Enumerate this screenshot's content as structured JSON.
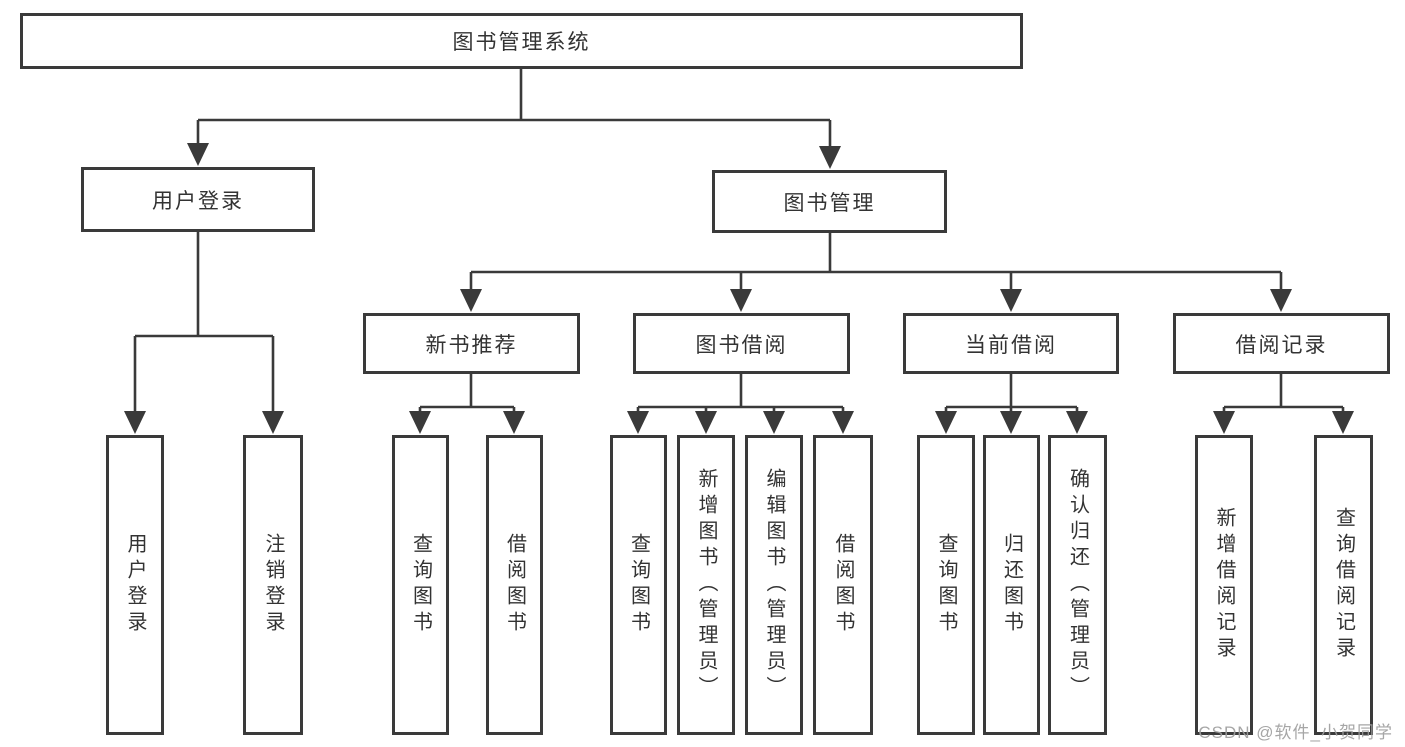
{
  "nodes": {
    "root": {
      "label": "图书管理系统"
    },
    "user_login": {
      "label": "用户登录"
    },
    "book_management": {
      "label": "图书管理"
    },
    "new_book_recommend": {
      "label": "新书推荐"
    },
    "book_borrowing": {
      "label": "图书借阅"
    },
    "current_borrowing": {
      "label": "当前借阅"
    },
    "borrowing_records": {
      "label": "借阅记录"
    },
    "leaves": [
      {
        "label": "用户登录"
      },
      {
        "label": "注销登录"
      },
      {
        "label": "查询图书"
      },
      {
        "label": "借阅图书"
      },
      {
        "label": "查询图书"
      },
      {
        "label": "新增图书（管理员）"
      },
      {
        "label": "编辑图书（管理员）"
      },
      {
        "label": "借阅图书"
      },
      {
        "label": "查询图书"
      },
      {
        "label": "归还图书"
      },
      {
        "label": "确认归还（管理员）"
      },
      {
        "label": "新增借阅记录"
      },
      {
        "label": "查询借阅记录"
      }
    ]
  },
  "watermark": "CSDN @软件_小贺同学",
  "colors": {
    "line": "#3a3a3a",
    "text": "#333333",
    "watermark": "#9e9e9e",
    "background": "#ffffff"
  }
}
